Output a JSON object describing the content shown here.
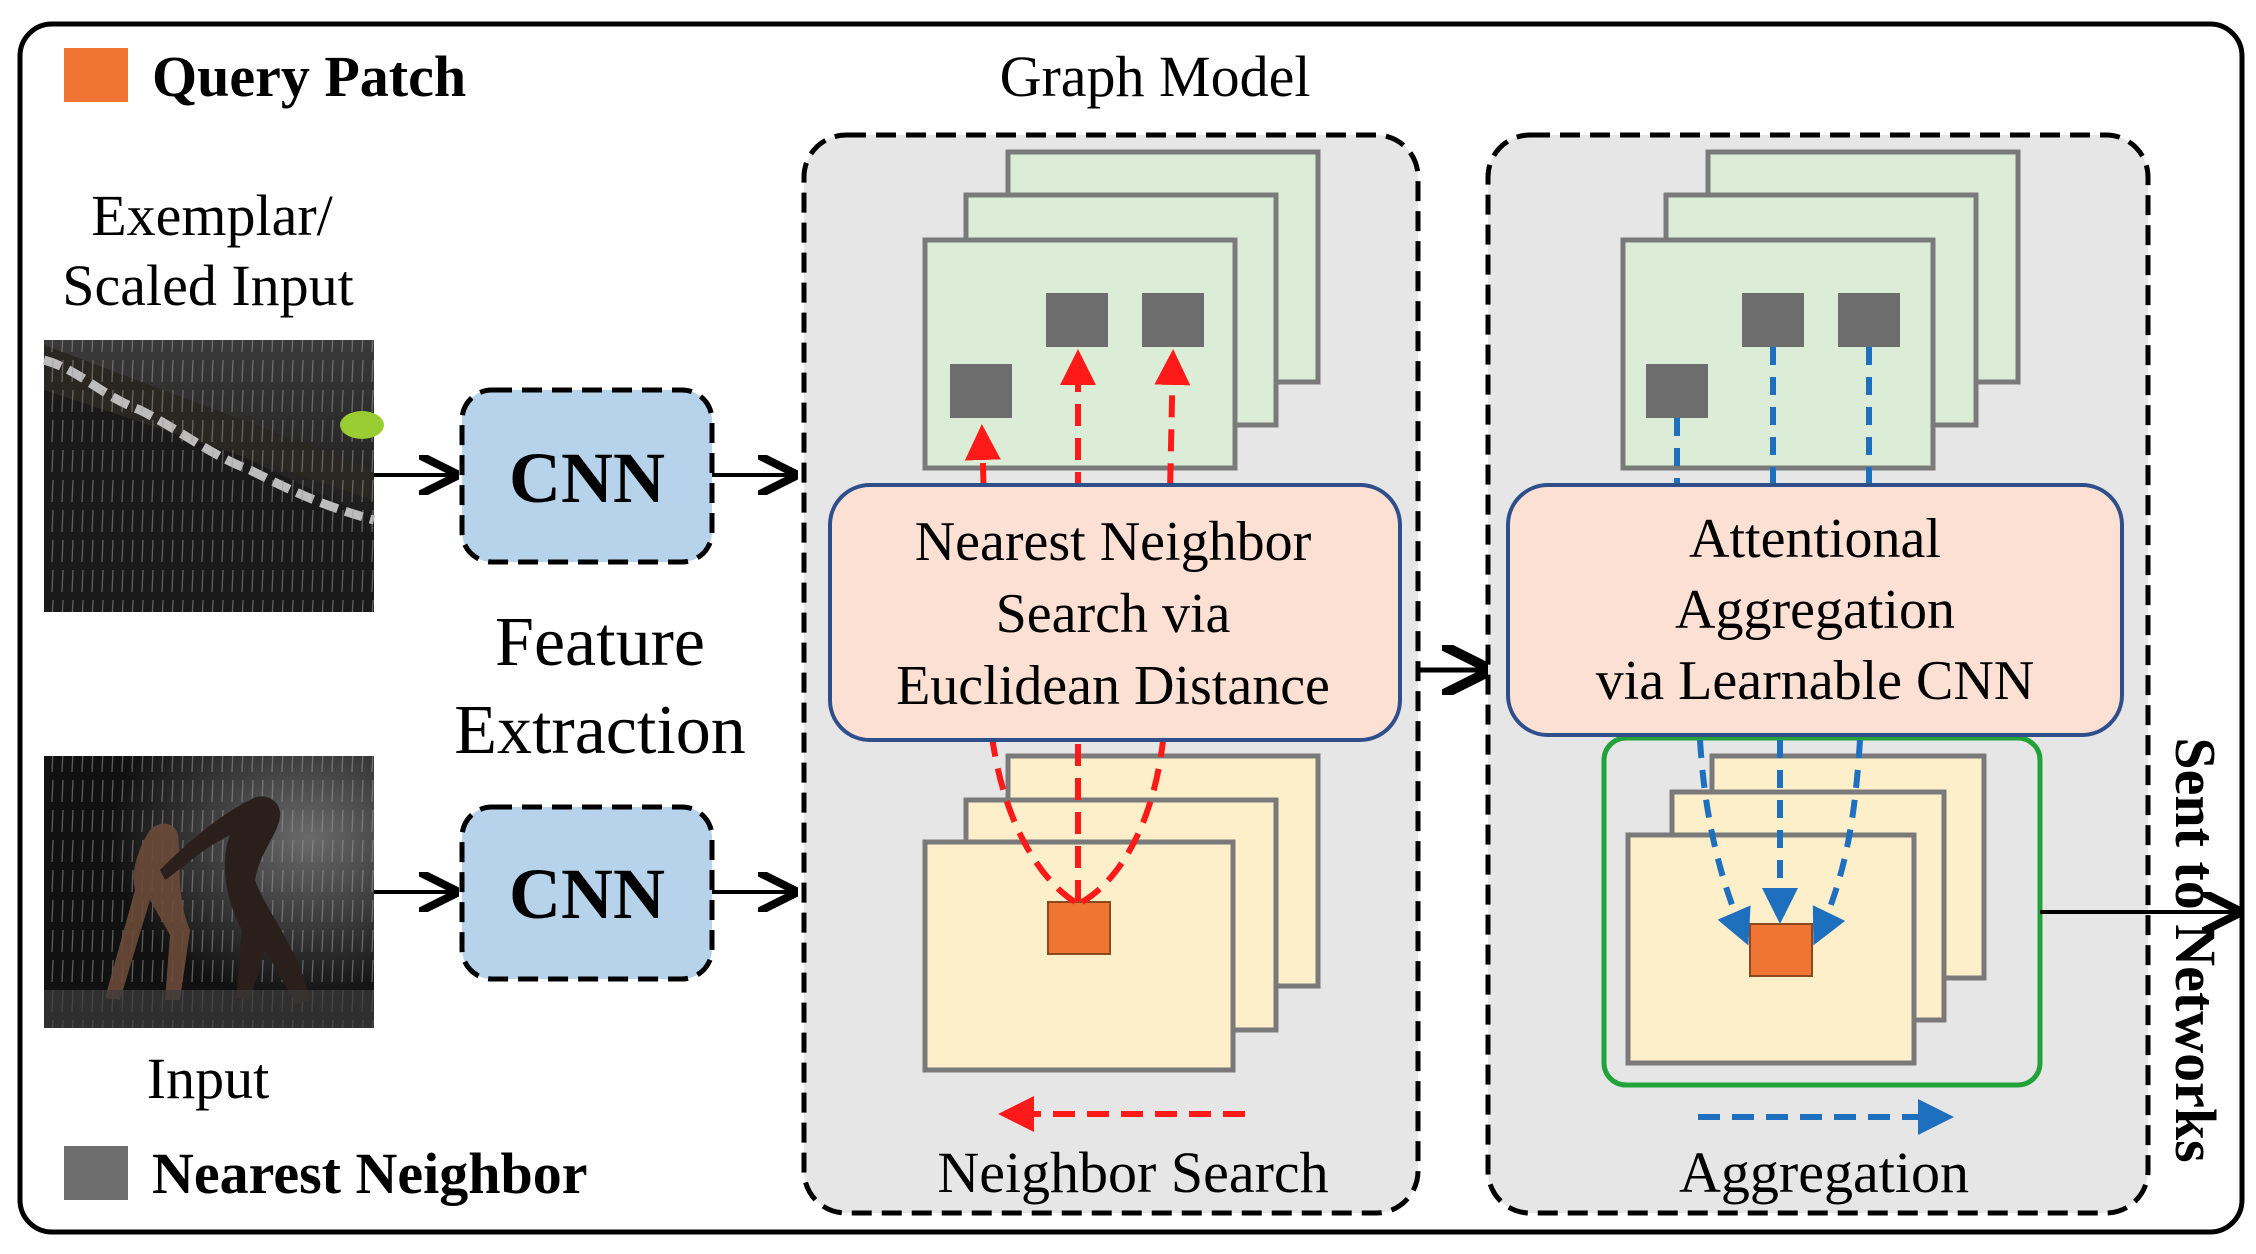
{
  "legend": {
    "query_patch": "Query Patch",
    "nearest_neighbor": "Nearest Neighbor"
  },
  "left": {
    "exemplar_line1": "Exemplar/",
    "exemplar_line2": "Scaled Input",
    "input": "Input"
  },
  "feature": {
    "cnn_top": "CNN",
    "cnn_bottom": "CNN",
    "line1": "Feature",
    "line2": "Extraction"
  },
  "graph_model": {
    "title": "Graph Model",
    "search_box": [
      "Nearest Neighbor",
      "Search via",
      "Euclidean Distance"
    ],
    "search_caption": "Neighbor Search",
    "agg_box": [
      "Attentional",
      "Aggregation",
      "via Learnable CNN"
    ],
    "agg_caption": "Aggregation"
  },
  "output": {
    "sent": "Sent to Networks"
  },
  "colors": {
    "query": "#f07434",
    "neighbor": "#6e6e6e",
    "cnn_fill": "#b6d3eb",
    "panel_fill": "#e6e6e6",
    "green_map": "#dcedd7",
    "yellow_map": "#fdefc9",
    "pink_box": "#fbe0d3",
    "box_border": "#2e4f8c",
    "red_arrow": "#ff1a1a",
    "blue_arrow": "#1f6fbf",
    "green_frame": "#22a33a"
  }
}
